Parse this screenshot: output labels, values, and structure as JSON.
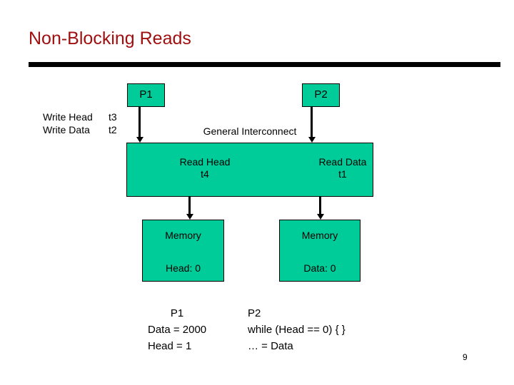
{
  "slide": {
    "title": "Non-Blocking Reads",
    "page_number": "9",
    "accent_color": "#A01010",
    "node_color": "#00CC99",
    "rule_color": "#000000"
  },
  "processors": {
    "p1_label": "P1",
    "p2_label": "P2"
  },
  "write_annotations": [
    {
      "name": "Write Head",
      "time": "t3"
    },
    {
      "name": "Write Data",
      "time": "t2"
    }
  ],
  "interconnect": {
    "label": "General Interconnect",
    "left_op": "Read Head\nt4",
    "right_op": "Read Data\nt1"
  },
  "memories": [
    {
      "title": "Memory",
      "value": "Head: 0"
    },
    {
      "title": "Memory",
      "value": "Data: 0"
    }
  ],
  "code": {
    "p1": {
      "header": "P1",
      "lines": [
        "Data = 2000",
        "Head = 1"
      ]
    },
    "p2": {
      "header": "P2",
      "lines": [
        "while (Head == 0) { }",
        "… = Data"
      ]
    }
  }
}
